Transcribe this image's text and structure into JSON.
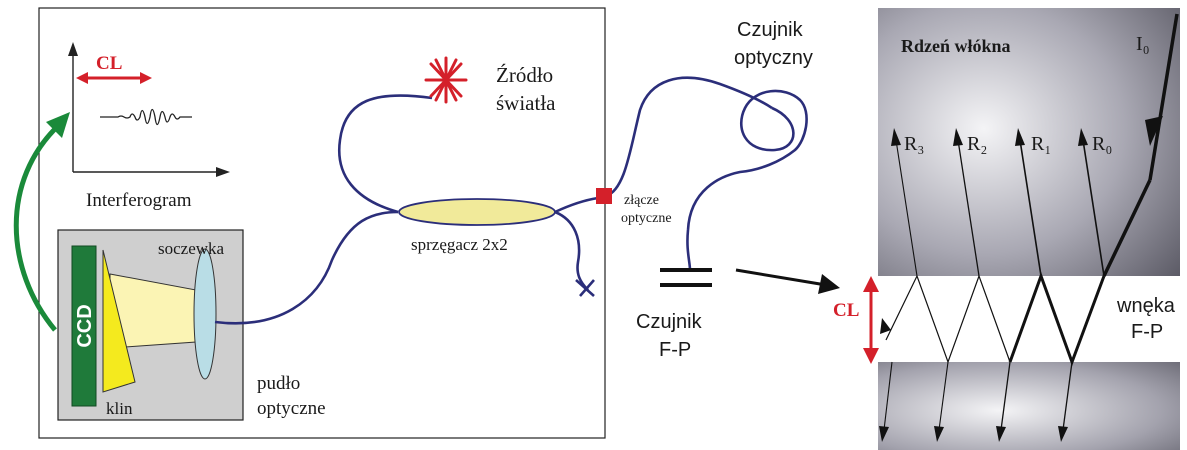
{
  "labels": {
    "cl_interferogram": "CL",
    "interferogram": "Interferogram",
    "ccd": "CCD",
    "soczewka": "soczewka",
    "klin": "klin",
    "pudlo_1": "pudło",
    "pudlo_2": "optyczne",
    "source_1": "Źródło",
    "source_2": "światła",
    "coupler": "sprzęgacz 2x2",
    "connector_1": "złącze",
    "connector_2": "optyczne",
    "sensor_opt_1": "Czujnik",
    "sensor_opt_2": "optyczny",
    "sensor_fp_1": "Czujnik",
    "sensor_fp_2": "F-P",
    "core": "Rdzeń włókna",
    "i0": "I₀",
    "r3": "R₃",
    "r2": "R₂",
    "r1": "R₁",
    "r0": "R₀",
    "cl_cavity": "CL",
    "cavity_1": "wnęka",
    "cavity_2": "F-P"
  },
  "colors": {
    "fiber": "#2b2e7a",
    "red": "#d4202a",
    "green": "#1a8a3a",
    "ccd_green": "#1f7a3a",
    "wedge_yellow": "#f4ea1e",
    "beam_yellow": "#fbf4b4",
    "coupler_fill": "#f1ea9a",
    "box_gray": "#cfcfcf"
  },
  "icons": {
    "source": "starburst-light-source-icon",
    "connector": "red-square-connector-icon"
  }
}
